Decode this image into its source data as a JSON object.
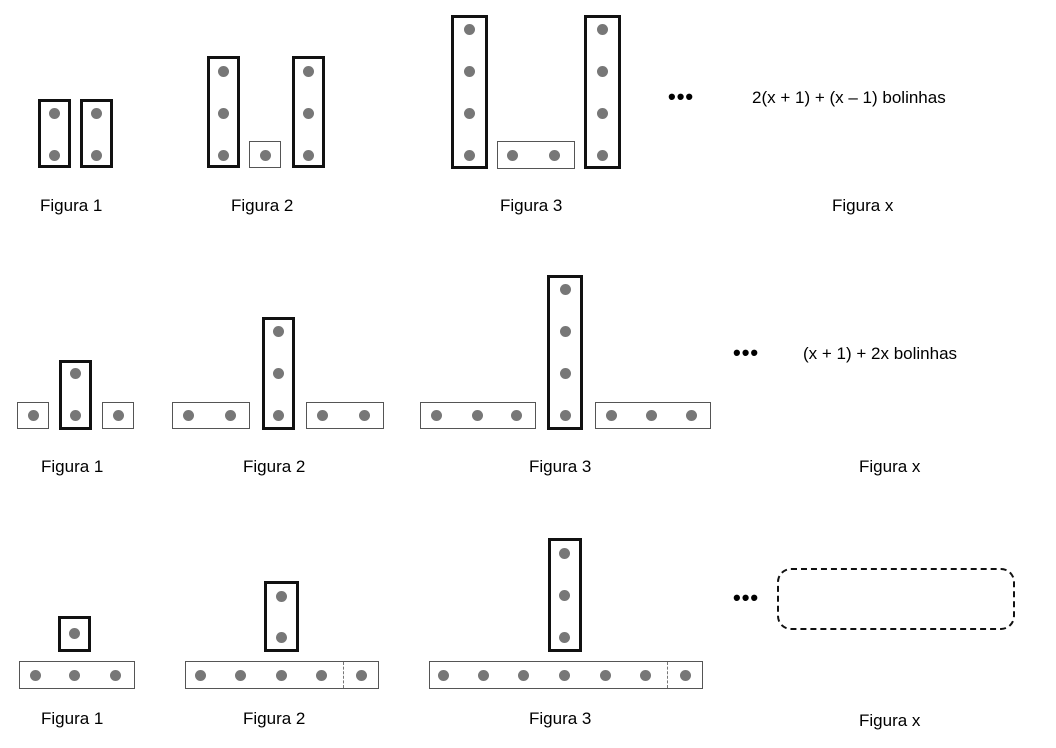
{
  "row1": {
    "labels": [
      "Figura 1",
      "Figura 2",
      "Figura 3",
      "Figura x"
    ],
    "formula": "2(x + 1) + (x – 1)   bolinhas",
    "ellipsis": "•••"
  },
  "row2": {
    "labels": [
      "Figura 1",
      "Figura 2",
      "Figura 3",
      "Figura x"
    ],
    "formula": "(x + 1) + 2x   bolinhas",
    "ellipsis": "•••"
  },
  "row3": {
    "labels": [
      "Figura 1",
      "Figura 2",
      "Figura 3",
      "Figura x"
    ],
    "formula": "",
    "ellipsis": "•••"
  },
  "colors": {
    "dot": "#777777",
    "thick_border": "#111111",
    "thin_border": "#555555"
  }
}
